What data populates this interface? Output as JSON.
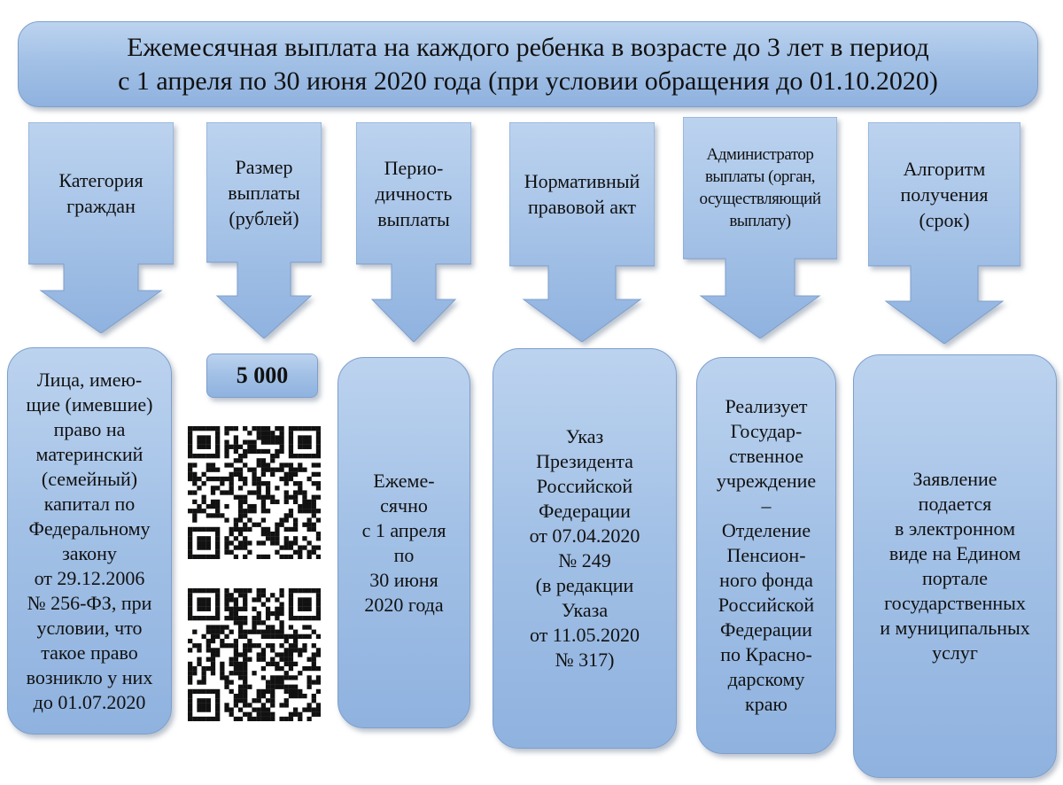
{
  "title": {
    "line1": "Ежемесячная выплата на каждого ребенка в возрасте до 3 лет в период",
    "line2": "с 1 апреля по 30 июня 2020 года (при условии обращения до 01.10.2020)"
  },
  "columns": [
    {
      "header": [
        "Категория",
        "граждан"
      ],
      "content": [
        "Лица, имею-",
        "щие (имевшие)",
        "право на",
        "материнский",
        "(семейный)",
        "капитал по",
        "Федеральному",
        "закону",
        "от 29.12.2006",
        "№ 256-ФЗ, при",
        "условии, что",
        "такое право",
        "возникло у них",
        "до 01.07.2020"
      ]
    },
    {
      "header": [
        "Размер",
        "выплаты",
        "(рублей)"
      ],
      "amount": "5 000"
    },
    {
      "header": [
        "Перио-",
        "дичность",
        "выплаты"
      ],
      "content": [
        "Ежеме-",
        "сячно",
        "с 1 апреля",
        "по",
        "30 июня",
        "2020 года"
      ]
    },
    {
      "header": [
        "Нормативный",
        "правовой акт"
      ],
      "content": [
        "Указ",
        "Президента",
        "Российской",
        "Федерации",
        "от 07.04.2020",
        "№ 249",
        "(в редакции",
        "Указа",
        "от 11.05.2020",
        "№ 317)"
      ]
    },
    {
      "header": [
        "Администратор",
        "выплаты (орган,",
        "осуществляющий",
        "выплату)"
      ],
      "content": [
        "Реализует",
        "Государ-",
        "ственное",
        "учреждение",
        "–",
        "Отделение",
        "Пенсион-",
        "ного фонда",
        "Российской",
        "Федерации",
        "по Красно-",
        "дарскому",
        "краю"
      ]
    },
    {
      "header": [
        "Алгоритм",
        "получения",
        "(срок)"
      ],
      "content": [
        "Заявление",
        "подается",
        "в электронном",
        "виде на Едином",
        "портале",
        "государственных",
        "и муниципальных",
        "услуг"
      ]
    }
  ]
}
